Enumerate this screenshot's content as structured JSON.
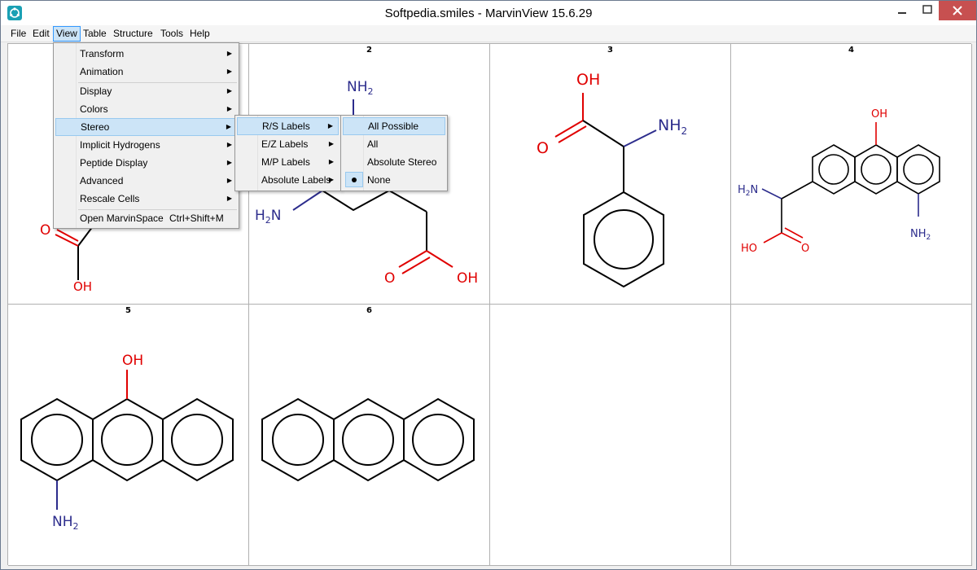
{
  "window": {
    "title": "Softpedia.smiles - MarvinView 15.6.29"
  },
  "menubar": [
    "File",
    "Edit",
    "View",
    "Table",
    "Structure",
    "Tools",
    "Help"
  ],
  "cells": [
    {
      "num": "",
      "labels": {
        "o": "O",
        "oh": "OH"
      }
    },
    {
      "num": "2",
      "labels": {
        "nh2_top": "NH",
        "nh2_top_sub": "2",
        "h2n": "H",
        "h2n_sub": "2",
        "h2n_n": "N",
        "o": "O",
        "oh": "OH"
      }
    },
    {
      "num": "3",
      "labels": {
        "oh": "OH",
        "o": "O",
        "nh2": "NH",
        "nh2_sub": "2"
      }
    },
    {
      "num": "4",
      "labels": {
        "oh": "OH",
        "h2n": "H",
        "h2n_sub": "2",
        "h2n_n": "N",
        "ho": "HO",
        "o": "O",
        "nh2": "NH",
        "nh2_sub": "2"
      }
    },
    {
      "num": "5",
      "labels": {
        "oh": "OH",
        "nh2": "NH",
        "nh2_sub": "2"
      }
    },
    {
      "num": "6",
      "labels": {}
    },
    {
      "num": "",
      "labels": {}
    },
    {
      "num": "",
      "labels": {}
    }
  ],
  "view_menu": {
    "items": [
      {
        "label": "Transform",
        "submenu": true
      },
      {
        "label": "Animation",
        "submenu": true
      },
      {
        "label": "Display",
        "submenu": true
      },
      {
        "label": "Colors",
        "submenu": true
      },
      {
        "label": "Stereo",
        "submenu": true
      },
      {
        "label": "Implicit Hydrogens",
        "submenu": true
      },
      {
        "label": "Peptide Display",
        "submenu": true
      },
      {
        "label": "Advanced",
        "submenu": true
      },
      {
        "label": "Rescale Cells",
        "submenu": true
      },
      {
        "label": "Open MarvinSpace",
        "shortcut": "Ctrl+Shift+M"
      }
    ]
  },
  "stereo_menu": {
    "items": [
      "R/S Labels",
      "E/Z Labels",
      "M/P Labels",
      "Absolute Labels"
    ]
  },
  "rs_menu": {
    "items": [
      "All Possible",
      "All",
      "Absolute Stereo",
      "None"
    ],
    "selected": "None"
  },
  "colors": {
    "oxygen": "#e00000",
    "nitrogen": "#2c2c8c",
    "bond": "#000000",
    "highlight": "#cce4f7"
  }
}
